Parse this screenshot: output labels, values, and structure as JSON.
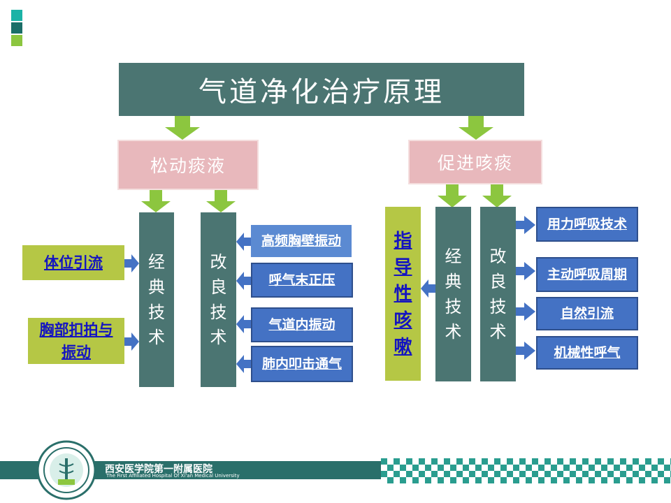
{
  "title": "气道净化治疗原理",
  "left_header": "松动痰液",
  "right_header": "促进咳痰",
  "left_classic": "经典技术",
  "left_improved": "改良技术",
  "right_classic": "经典技术",
  "right_improved": "改良技术",
  "guide": "指导性咳嗽",
  "classic_items": [
    "体位引流",
    "胸部扣拍与振动"
  ],
  "improved_items_left": [
    "高频胸壁振动",
    "呼气末正压",
    "气道内振动",
    "肺内叩击通气"
  ],
  "improved_items_right": [
    "用力呼吸技术",
    "主动呼吸周期",
    "自然引流",
    "机械性呼气"
  ],
  "footer": {
    "hospital_cn": "西安医学院第一附属医院",
    "hospital_en": "The First Affiliated Hospital Of Xi'an Medical University"
  },
  "colors": {
    "title_bg": "#4b7572",
    "header_bg": "#e8b8bc",
    "arrow": "#8cc63f",
    "green_box": "#b5c745",
    "blue_box": "#4472c4",
    "footer_bar": "#2a6f6a",
    "checker": "#2a9d8f"
  }
}
